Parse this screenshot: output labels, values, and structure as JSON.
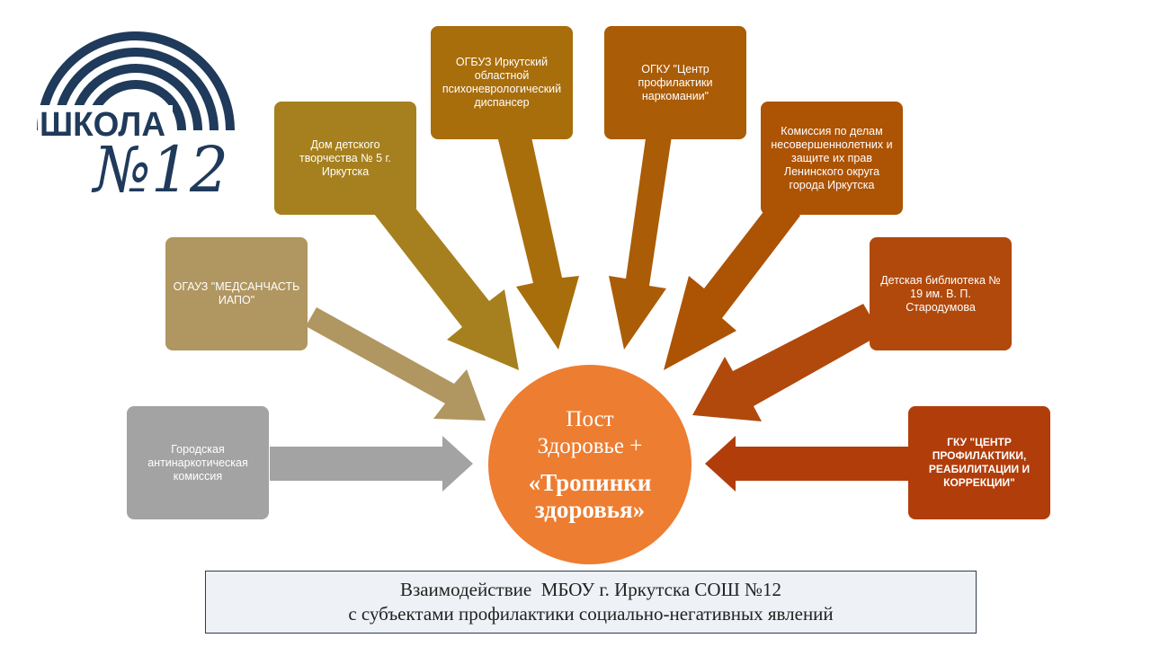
{
  "colors": {
    "gray": "#a3a3a3",
    "tan": "#b09660",
    "ochre": "#a6801e",
    "amber": "#a86e0c",
    "brown_orange": "#aa5c06",
    "burnt_orange": "#ad5304",
    "rust": "#b0490b",
    "red_orange": "#b13d0a",
    "center": "#ed7d31",
    "logo_navy": "#1f3a5a"
  },
  "logo": {
    "word": "ШКОЛА",
    "number": "№12"
  },
  "boxes": {
    "city_commission": [
      "Городская",
      "антинаркотическая",
      "комиссия"
    ],
    "medsanchast": [
      "ОГАУЗ \"МЕДСАНЧАСТЬ",
      "ИАПО\""
    ],
    "dom_tvorchestva": [
      "Дом детского",
      "творчества № 5 г.",
      "Иркутска"
    ],
    "psycho_dispanser": [
      "ОГБУЗ Иркутский",
      "областной",
      "психоневрологический",
      "диспансер"
    ],
    "narco_center": [
      "ОГКУ \"Центр",
      "профилактики",
      "наркомании\""
    ],
    "minors_commission": [
      "Комиссия по делам",
      "несовершеннолетних и",
      "защите их прав",
      "Ленинского округа",
      "города Иркутска"
    ],
    "library": [
      "Детская библиотека №",
      "19 им. В. П.",
      "Стародумова"
    ],
    "rehab_center": [
      "ГКУ \"ЦЕНТР",
      "ПРОФИЛАКТИКИ,",
      "РЕАБИЛИТАЦИИ И",
      "КОРРЕКЦИИ\""
    ]
  },
  "center": {
    "line1": "Пост",
    "line2": "Здоровье +",
    "line3": "«Тропинки",
    "line4": "здоровья»"
  },
  "caption": {
    "line1": "Взаимодействие  МБОУ г. Иркутска СОШ №12",
    "line2": "с субъектами профилактики социально-негативных явлений"
  }
}
